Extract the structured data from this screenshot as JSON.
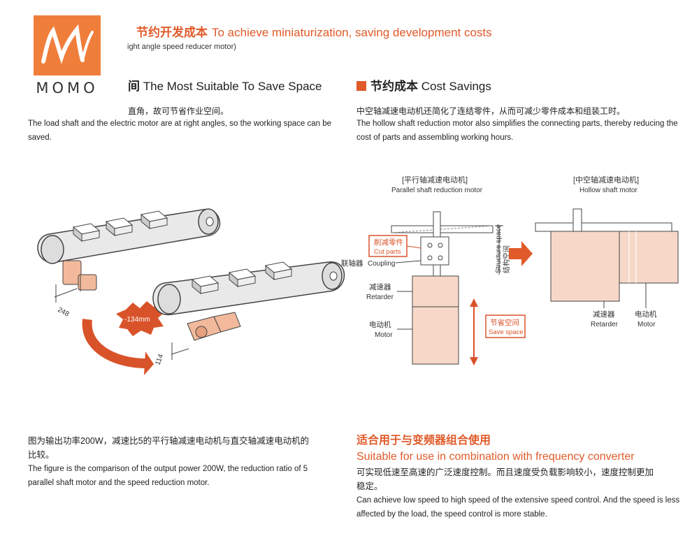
{
  "logo": {
    "text": "MOMO"
  },
  "header": {
    "title_cn": "节约开发成本",
    "title_en": "To achieve miniaturization, saving development costs",
    "subtitle": "ight angle speed reducer motor)"
  },
  "left_section": {
    "title_cn_fragment": "间",
    "title_en": "The Most Suitable To Save Space",
    "desc_cn_fragment": "直角，故可节省作业空间。",
    "desc_en_line1": "The load shaft and the electric motor are at right angles, so the working space can be",
    "desc_en_line2": "saved.",
    "dim_top": "248",
    "dim_bottom": "114",
    "reduction_badge": "-134mm"
  },
  "right_section": {
    "title_cn": "节约成本",
    "title_en": "Cost Savings",
    "desc_cn": "中空轴减速电动机还简化了连结零件，从而可减少零件成本和组装工时。",
    "desc_en_line1": "The hollow shaft reduction motor also simplifies the connecting parts, thereby reducing the",
    "desc_en_line2": "cost of parts and assembling working hours.",
    "parallel_label_cn": "[平行轴减速电动机]",
    "parallel_label_en": "Parallel shaft reduction motor",
    "hollow_label_cn": "[中空轴减速电动机]",
    "hollow_label_en": "Hollow shaft motor",
    "cut_parts_cn": "削减零件",
    "cut_parts_en": "Cut parts",
    "coupling_cn": "联轴器",
    "coupling_en": "Coupling",
    "retarder_cn": "减速器",
    "retarder_en": "Retarder",
    "motor_cn": "电动机",
    "motor_en": "Motor",
    "save_space_cn": "节省空间",
    "save_space_en": "Save space",
    "structure_space_cn": "结构空间",
    "structure_space_en": "Structure space"
  },
  "bottom_left": {
    "cn_line1": "图为输出功率200W，减速比5的平行轴减速电动机与直交轴减速电动机的",
    "cn_line2": "比较。",
    "en_line1": "The figure is the comparison of the output power 200W, the reduction ratio of 5",
    "en_line2": "parallel shaft motor and the speed reduction motor."
  },
  "bottom_right": {
    "title_cn": "适合用于与变频器组合使用",
    "title_en": "Suitable for use in combination with frequency converter",
    "cn_line1": "可实现低速至高速的广泛速度控制。而且速度受负载影响较小，速度控制更加",
    "cn_line2": "稳定。",
    "en_line1": "Can achieve low speed to high speed of the extensive speed control. And the speed is less",
    "en_line2": "affected by the load, the speed control is more stable."
  },
  "colors": {
    "accent": "#e05a2a",
    "motor_fill": "#f7d8c8",
    "logo": "#f07e3b"
  }
}
